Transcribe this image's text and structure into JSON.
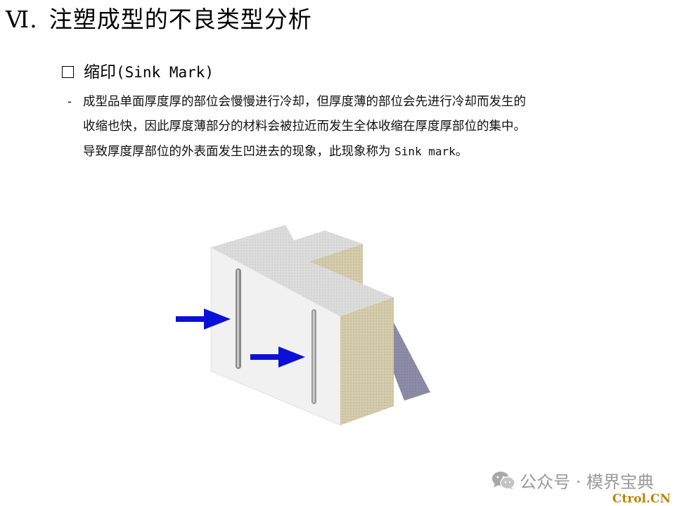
{
  "title": {
    "number": "Ⅵ.",
    "text": "注塑成型的不良类型分析"
  },
  "section": {
    "label_cn": "缩印",
    "label_en": "(Sink Mark)"
  },
  "body": {
    "dash": "-",
    "line1": "成型品单面厚度厚的部位会慢慢进行冷却，但厚度薄的部位会先进行冷却而发生的",
    "line2": "收缩也快，因此厚度薄部分的材料会被拉近而发生全体收缩在厚度厚部位的集中。",
    "line3_pre": "导致厚度厚部位的外表面发生凹进去的现象，此现象称为 ",
    "line3_term": "Sink mark",
    "line3_end": "。"
  },
  "figure": {
    "arrow_color": "#0a10d8",
    "face_color": "#f1f1f1",
    "top_color": "#dcdcdc",
    "side_color": "#d4ccac",
    "shadow_color": "#8c8ca6"
  },
  "watermark": {
    "text": "公众号 · 模界宝典",
    "icon": "wechat-icon"
  },
  "site_mark": "Ctrol.CN"
}
